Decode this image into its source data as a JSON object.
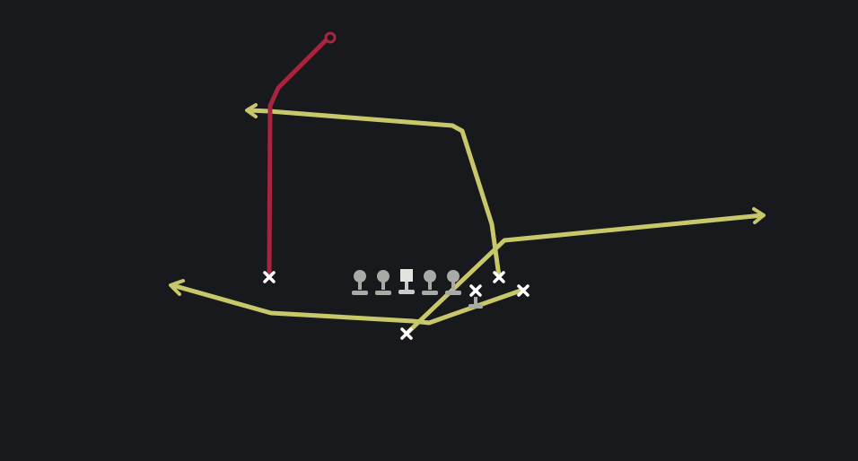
{
  "diagram": {
    "kind": "football-play",
    "colors": {
      "background": "#17191d",
      "route_yellow": "#c8c86a",
      "route_red": "#a8253f",
      "lineman": "#a7aaa5",
      "center": "#c9ccc8",
      "receiver_mark": "#ffffff"
    },
    "players": [
      {
        "id": "wr-left",
        "role": "receiver",
        "icon": "x-mark-icon"
      },
      {
        "id": "rb-back",
        "role": "receiver",
        "icon": "x-mark-icon"
      },
      {
        "id": "wr-slot-right",
        "role": "receiver",
        "icon": "x-mark-icon"
      },
      {
        "id": "te-right",
        "role": "receiver",
        "icon": "x-mark-icon"
      },
      {
        "id": "wr-right",
        "role": "receiver",
        "icon": "x-mark-icon"
      },
      {
        "id": "lt",
        "role": "lineman",
        "icon": "lineman-icon"
      },
      {
        "id": "lg",
        "role": "lineman",
        "icon": "lineman-icon"
      },
      {
        "id": "c",
        "role": "center",
        "icon": "center-icon"
      },
      {
        "id": "rg",
        "role": "lineman",
        "icon": "lineman-icon"
      },
      {
        "id": "rt",
        "role": "lineman",
        "icon": "lineman-icon"
      }
    ],
    "routes": [
      {
        "id": "red-route",
        "color": "red",
        "end": "circle"
      },
      {
        "id": "top-left-route",
        "color": "yellow",
        "end": "arrow"
      },
      {
        "id": "right-deep-route",
        "color": "yellow",
        "end": "arrow"
      },
      {
        "id": "left-flat-route",
        "color": "yellow",
        "end": "arrow"
      },
      {
        "id": "underneath-route",
        "color": "yellow",
        "end": "none"
      }
    ]
  }
}
